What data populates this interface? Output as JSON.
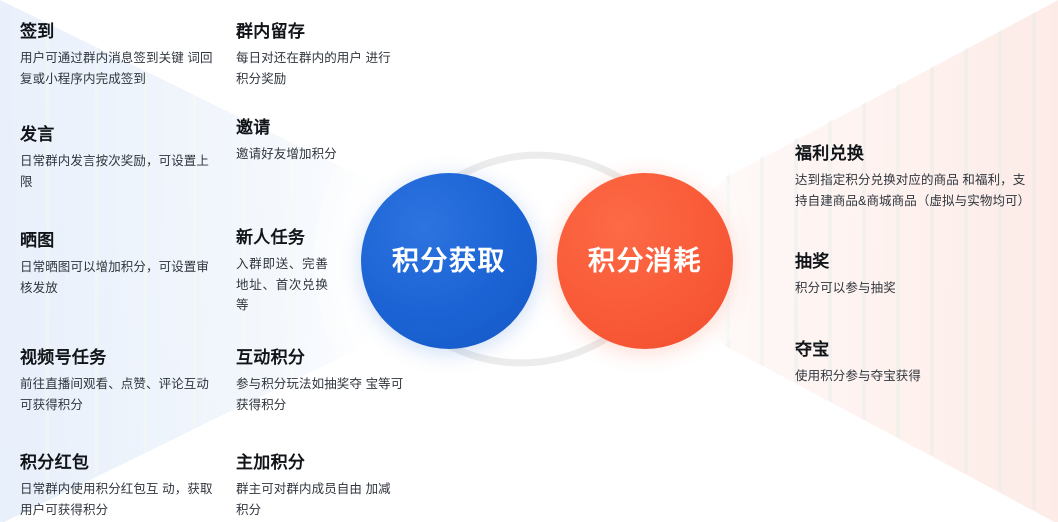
{
  "center": {
    "left_circle": {
      "label": "积分获取",
      "color": "#1b63d4"
    },
    "right_circle": {
      "label": "积分消耗",
      "color": "#f95a37"
    },
    "cycle_arrow": "circular-cycle-arrow"
  },
  "left_panel": {
    "column_one": [
      {
        "title": "签到",
        "desc": "用户可通过群内消息签到关键 词回复或小程序内完成签到"
      },
      {
        "title": "发言",
        "desc": "日常群内发言按次奖励，可设置上限"
      },
      {
        "title": "晒图",
        "desc": "日常晒图可以增加积分，可设置审核发放"
      },
      {
        "title": "视频号任务",
        "desc": "前往直播间观看、点赞、评论互动可获得积分"
      },
      {
        "title": "积分红包",
        "desc": "日常群内使用积分红包互 动，获取用户可获得积分"
      }
    ],
    "column_two": [
      {
        "title": "群内留存",
        "desc": "每日对还在群内的用户 进行积分奖励"
      },
      {
        "title": "邀请",
        "desc": "邀请好友增加积分"
      },
      {
        "title": "新人任务",
        "desc": "入群即送、完善地址、首次兑换等"
      },
      {
        "title": "互动积分",
        "desc": "参与积分玩法如抽奖夺 宝等可获得积分"
      },
      {
        "title": "主加积分",
        "desc": "群主可对群内成员自由 加减积分"
      }
    ]
  },
  "right_panel": {
    "items": [
      {
        "title": "福利兑换",
        "desc": "达到指定积分兑换对应的商品 和福利，支持自建商品&商城商品（虚拟与实物均可）"
      },
      {
        "title": "抽奖",
        "desc": "积分可以参与抽奖"
      },
      {
        "title": "夺宝",
        "desc": "使用积分参与夺宝获得"
      }
    ]
  },
  "colors": {
    "blue": "#1b63d4",
    "orange": "#f95a37",
    "left_bg": "#e4edfa",
    "right_bg": "#fdeae6",
    "heading": "#111418",
    "body": "#2f353d"
  }
}
